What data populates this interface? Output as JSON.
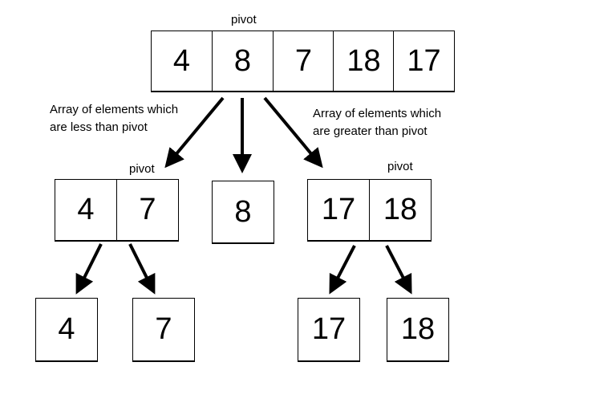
{
  "top_array": {
    "pivot_label": "pivot",
    "cells": [
      "4",
      "8",
      "7",
      "18",
      "17"
    ]
  },
  "labels": {
    "less_line1": "Array of elements which",
    "less_line2": "are less than pivot",
    "greater_line1": "Array of elements which",
    "greater_line2": "are greater than pivot"
  },
  "left_array": {
    "pivot_label": "pivot",
    "cells": [
      "4",
      "7"
    ]
  },
  "middle": {
    "cells": [
      "8"
    ]
  },
  "right_array": {
    "pivot_label": "pivot",
    "cells": [
      "17",
      "18"
    ]
  },
  "leaves": [
    "4",
    "7",
    "17",
    "18"
  ]
}
